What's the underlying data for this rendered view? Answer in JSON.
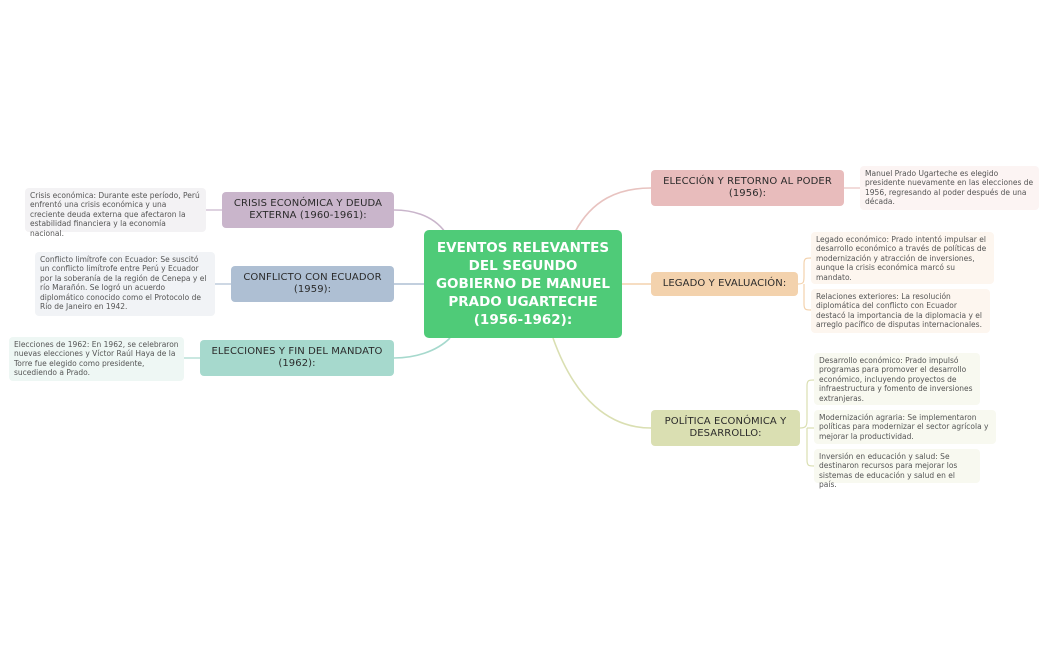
{
  "central": {
    "label": "EVENTOS RELEVANTES DEL SEGUNDO GOBIERNO DE MANUEL PRADO UGARTECHE (1956-1962):",
    "color": "#4fcb78"
  },
  "branches": [
    {
      "id": "crisis",
      "label": "CRISIS ECONÓMICA Y DEUDA EXTERNA (1960-1961):",
      "color": "#c9b5cb",
      "leaf_bg": "#f3f2f4",
      "line": "#c9b5cb",
      "children": [
        "Crisis económica: Durante este período, Perú enfrentó una crisis económica y una creciente deuda externa que afectaron la estabilidad financiera y la economía nacional."
      ]
    },
    {
      "id": "ecuador",
      "label": "CONFLICTO CON ECUADOR (1959):",
      "color": "#aebfd3",
      "leaf_bg": "#f1f3f6",
      "line": "#aebfd3",
      "children": [
        "Conflicto limítrofe con Ecuador: Se suscitó un conflicto limítrofe entre Perú y Ecuador por la soberanía de la región de Cenepa y el río Marañón. Se logró un acuerdo diplomático conocido como el Protocolo de Río de Janeiro en 1942."
      ]
    },
    {
      "id": "elecciones",
      "label": "ELECCIONES Y FIN DEL MANDATO (1962):",
      "color": "#a6d9cd",
      "leaf_bg": "#eef7f4",
      "line": "#a6d9cd",
      "children": [
        "Elecciones de 1962: En 1962, se celebraron nuevas elecciones y Víctor Raúl Haya de la Torre fue elegido como presidente, sucediendo a Prado."
      ]
    },
    {
      "id": "eleccion",
      "label": "ELECCIÓN Y RETORNO AL PODER (1956):",
      "color": "#e8bcbc",
      "leaf_bg": "#fcf4f3",
      "line": "#e8c3c0",
      "children": [
        "Manuel Prado Ugarteche es elegido presidente nuevamente en las elecciones de 1956, regresando al poder después de una década."
      ]
    },
    {
      "id": "legado",
      "label": "LEGADO Y EVALUACIÓN:",
      "color": "#f3d2ad",
      "leaf_bg": "#fdf6ef",
      "line": "#f3d2ad",
      "children": [
        "Legado económico: Prado intentó impulsar el desarrollo económico a través de políticas de modernización y atracción de inversiones, aunque la crisis económica marcó su mandato.",
        "Relaciones exteriores: La resolución diplomática del conflicto con Ecuador destacó la importancia de la diplomacia y el arreglo pacífico de disputas internacionales."
      ]
    },
    {
      "id": "politica",
      "label": "POLÍTICA ECONÓMICA Y DESARROLLO:",
      "color": "#dadfb2",
      "leaf_bg": "#f8f9f0",
      "line": "#dadfb2",
      "children": [
        "Desarrollo económico: Prado impulsó programas para promover el desarrollo económico, incluyendo proyectos de infraestructura y fomento de inversiones extranjeras.",
        "Modernización agraria: Se implementaron políticas para modernizar el sector agrícola y mejorar la productividad.",
        "Inversión en educación y salud: Se destinaron recursos para mejorar los sistemas de educación y salud en el país."
      ]
    }
  ]
}
